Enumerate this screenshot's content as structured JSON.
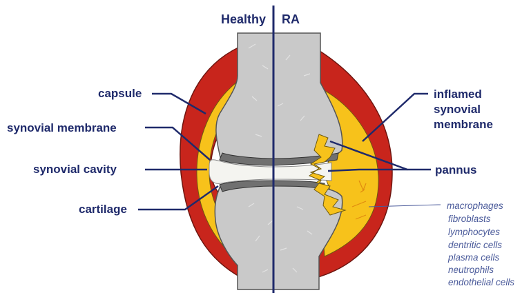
{
  "headers": {
    "healthy": "Healthy",
    "ra": "RA"
  },
  "labels_left": {
    "capsule": "capsule",
    "synovial_membrane": "synovial membrane",
    "synovial_cavity": "synovial cavity",
    "cartilage": "cartilage"
  },
  "labels_right": {
    "inflamed_line1": "inflamed",
    "inflamed_line2": "synovial",
    "inflamed_line3": "membrane",
    "pannus": "pannus"
  },
  "cell_types": [
    "macrophages",
    "fibroblasts",
    "lymphocytes",
    "dentritic cells",
    "plasma cells",
    "neutrophils",
    "endothelial cells"
  ],
  "colors": {
    "navy": "#1f2a6b",
    "capsule_red": "#c8251c",
    "synovium_yellow": "#f7c21b",
    "bone_gray": "#c9c9c9",
    "cartilage_gray": "#707070",
    "cavity_white": "#f4f4f0",
    "cell_text_blue": "#4a5a9a"
  }
}
